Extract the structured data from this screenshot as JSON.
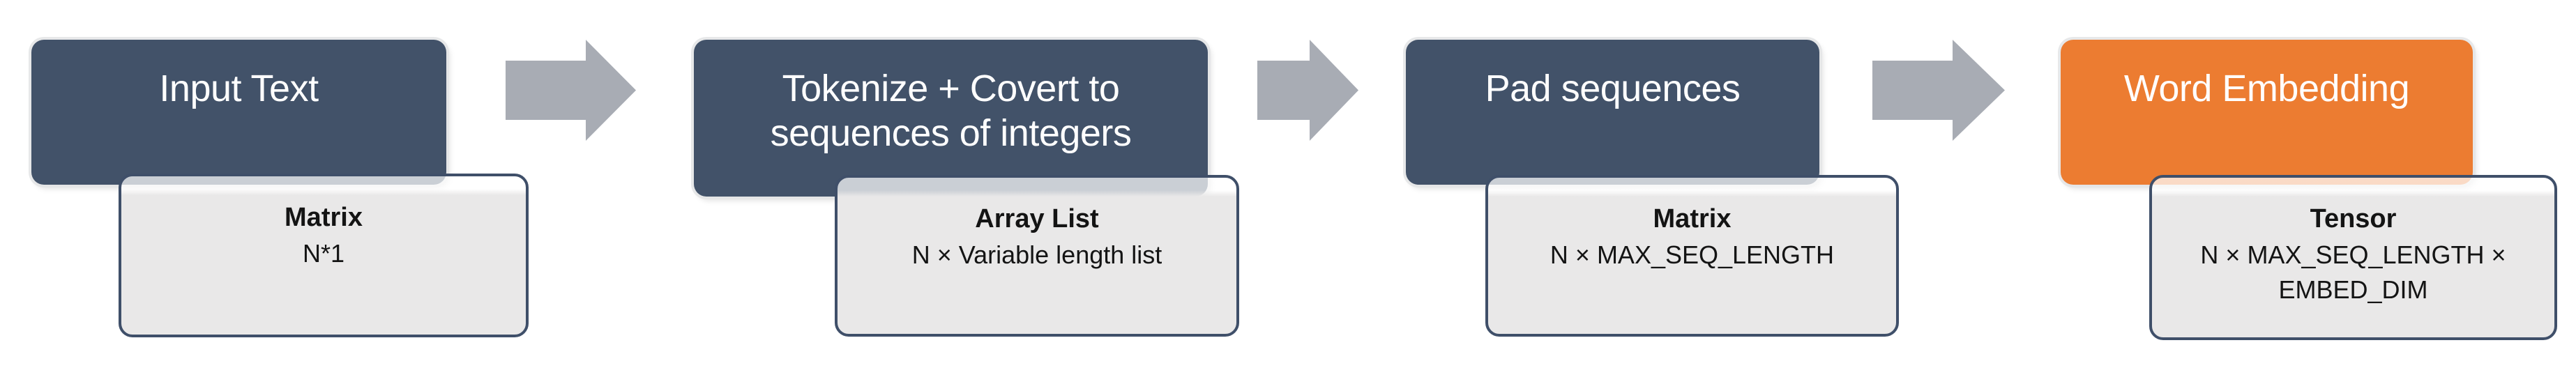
{
  "diagram": {
    "title": "Text to word-embedding preprocessing pipeline",
    "colors": {
      "step_default": "#425269",
      "step_highlight": "#EC7C31",
      "step_text": "#FFFFFF",
      "card_fill": "#E9E8E8",
      "card_border": "#3F4F69",
      "card_text": "#141414",
      "arrow": "#A8ACB4"
    },
    "steps": [
      {
        "id": "input-text",
        "label_lines": [
          "Input Text"
        ],
        "card": {
          "title": "Matrix",
          "value_lines": [
            "N*1"
          ]
        }
      },
      {
        "id": "tokenize-convert",
        "label_lines": [
          "Tokenize + Covert to",
          "sequences of integers"
        ],
        "card": {
          "title": "Array List",
          "value_lines": [
            "N × Variable length list"
          ]
        }
      },
      {
        "id": "pad-sequences",
        "label_lines": [
          "Pad sequences"
        ],
        "card": {
          "title": "Matrix",
          "value_lines": [
            "N × MAX_SEQ_LENGTH"
          ]
        }
      },
      {
        "id": "word-embedding",
        "label_lines": [
          "Word Embedding"
        ],
        "card": {
          "title": "Tensor",
          "value_lines": [
            "N × MAX_SEQ_LENGTH ×",
            "EMBED_DIM"
          ]
        }
      }
    ]
  }
}
